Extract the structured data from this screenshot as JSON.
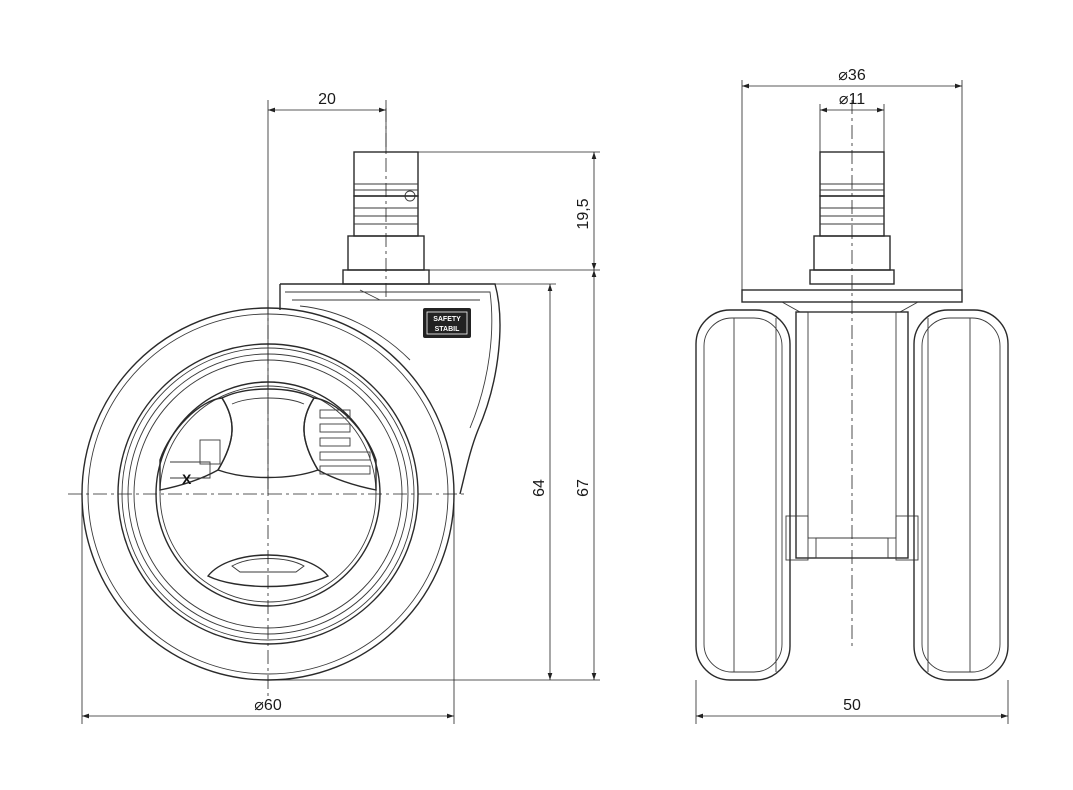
{
  "dimensions": {
    "stem_offset": "20",
    "stem_height": "19,5",
    "wheel_height": "64",
    "total_height": "67",
    "wheel_diameter": "⌀60",
    "plate_diameter": "⌀36",
    "stem_diameter": "⌀11",
    "total_width": "50"
  },
  "logo": {
    "line1": "SAFETY",
    "line2": "STABIL"
  },
  "wheel_mark": "X"
}
